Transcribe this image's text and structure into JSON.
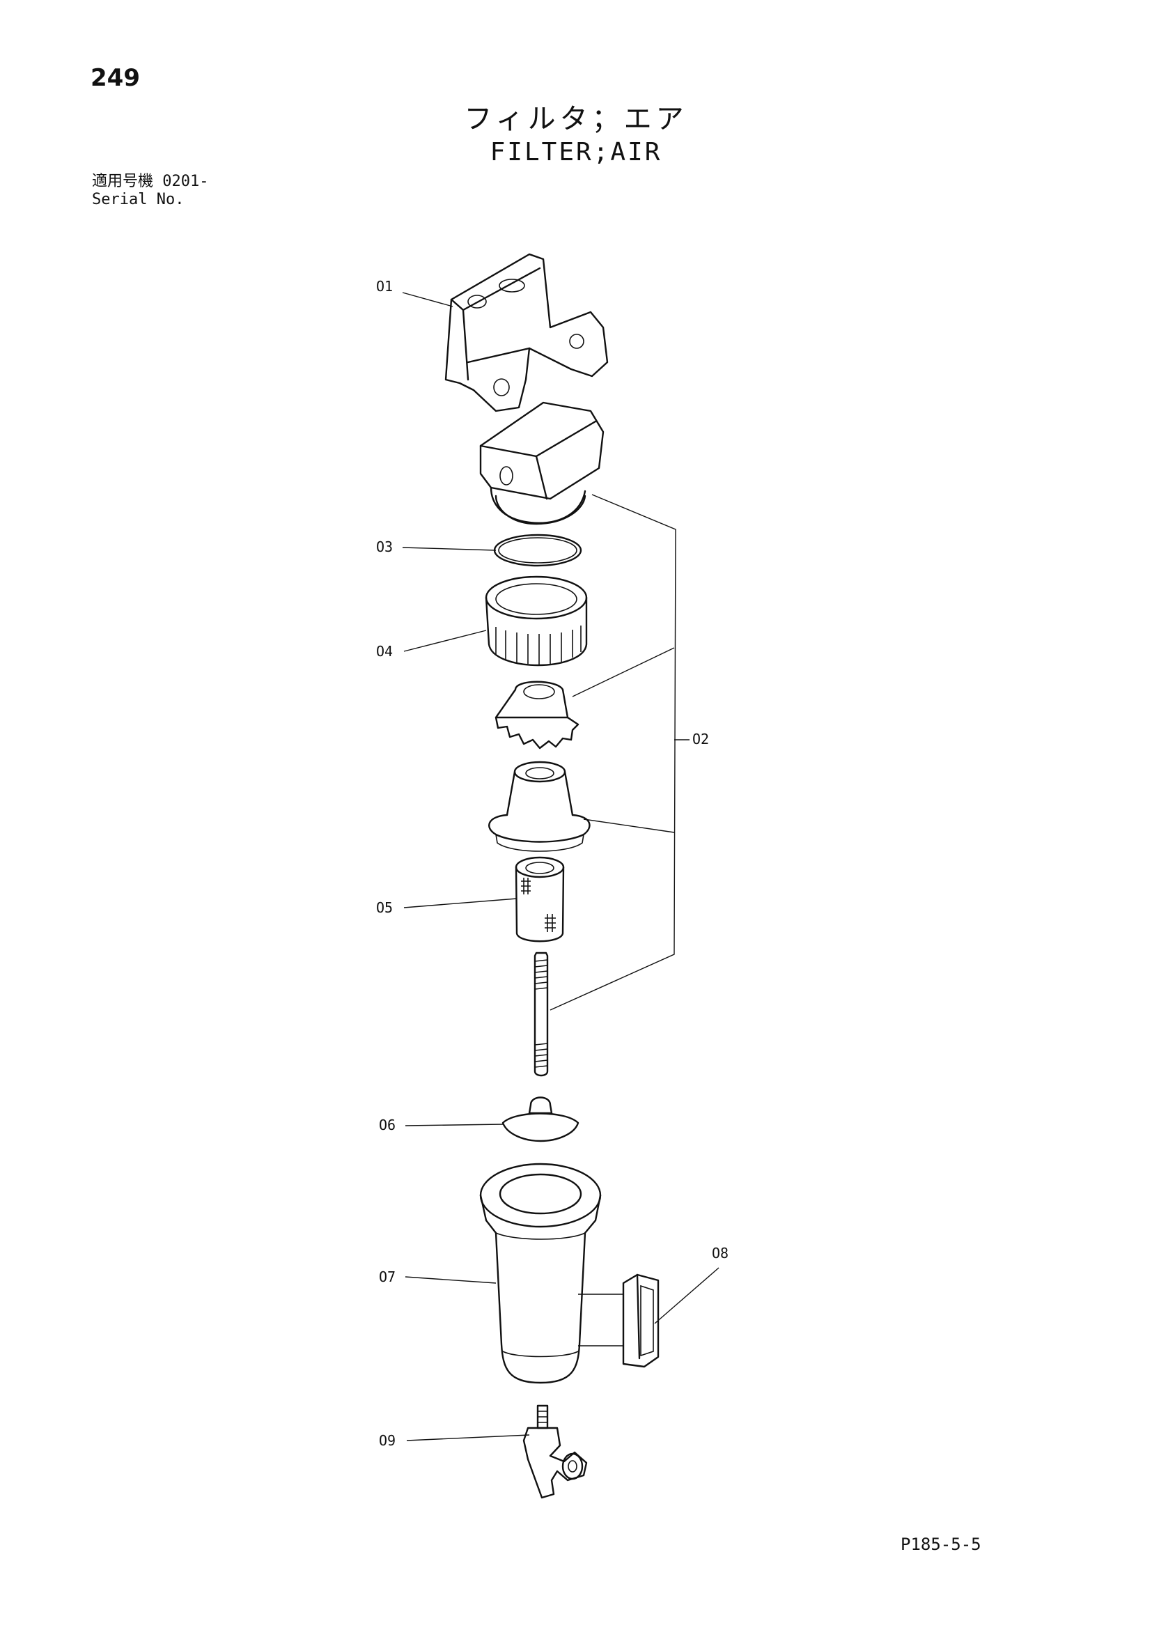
{
  "header": {
    "page_number": "249",
    "title_jp": "フィルタ；エア",
    "title_en": "FILTER;AIR",
    "serial_label_jp": "適用号機",
    "serial_value": "0201-",
    "serial_label_en": "Serial No."
  },
  "callouts": [
    {
      "id": "01",
      "label": "O1"
    },
    {
      "id": "02",
      "label": "O2"
    },
    {
      "id": "03",
      "label": "O3"
    },
    {
      "id": "04",
      "label": "O4"
    },
    {
      "id": "05",
      "label": "O5"
    },
    {
      "id": "06",
      "label": "O6"
    },
    {
      "id": "07",
      "label": "O7"
    },
    {
      "id": "08",
      "label": "O8"
    },
    {
      "id": "09",
      "label": "O9"
    }
  ],
  "footer": {
    "doc_code": "P185-5-5"
  }
}
